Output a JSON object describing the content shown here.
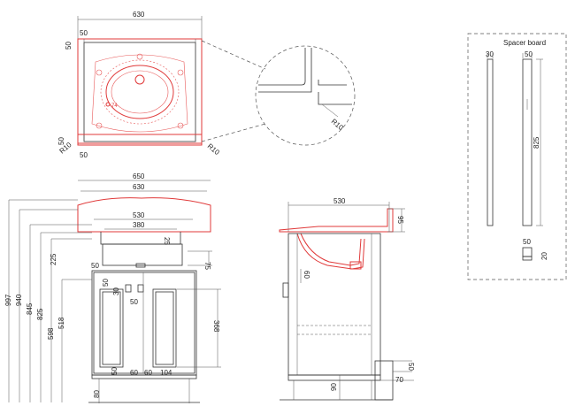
{
  "colors": {
    "line": "#333333",
    "accent_red": "#e03a3a",
    "background": "#ffffff"
  },
  "top_view": {
    "width_label": "630",
    "dims": [
      "50",
      "50",
      "50",
      "50"
    ],
    "radius_labels": [
      "R10",
      "R10"
    ],
    "tap_hole_label": "74"
  },
  "detail": {
    "radius_label": "R10"
  },
  "front_view": {
    "overall_width": "650",
    "inner_width": "630",
    "basin_width": "530",
    "bowl_width": "380",
    "rim_depth": "25",
    "basin_depth": "225",
    "bowl_height": "75",
    "left_offset": "50",
    "heights": [
      "997",
      "940",
      "845",
      "825",
      "598",
      "518"
    ],
    "door_top_gap": "50",
    "door_gap_label": "30",
    "door_side_label": "50",
    "door_height": "368",
    "plinth_height": "80",
    "bottom_dims": [
      "50",
      "60",
      "60",
      "104"
    ]
  },
  "side_view": {
    "depth_label": "530",
    "upstand_label": "95",
    "trap_label": "60",
    "bottom_right_dims": [
      "50",
      "70"
    ],
    "plinth_label": "90"
  },
  "spacer": {
    "title": "Spacer board",
    "thickness_label": "30",
    "depth_label": "50",
    "height_label": "825",
    "small_dims": [
      "50",
      "20"
    ]
  }
}
